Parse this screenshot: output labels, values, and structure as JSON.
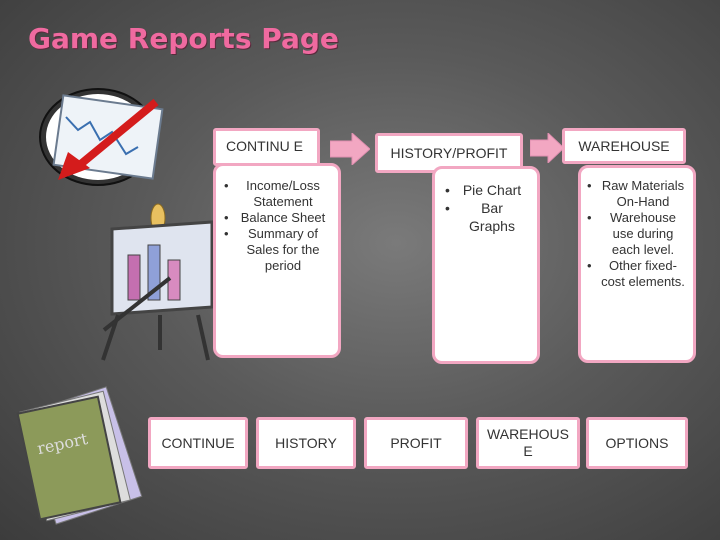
{
  "page": {
    "title": "Game Reports Page"
  },
  "flow": {
    "continue_header": "CONTINU E",
    "history_header": "HISTORY/PROFIT",
    "warehouse_header": "WAREHOUSE"
  },
  "panels": {
    "continue_items": [
      "Income/Loss Statement",
      "Balance Sheet",
      "Summary of Sales for the period"
    ],
    "history_items": [
      "Pie Chart",
      "Bar Graphs"
    ],
    "warehouse_items": [
      "Raw Materials On-Hand",
      "Warehouse use during each level.",
      "Other fixed-cost elements."
    ]
  },
  "nav": {
    "continue": "CONTINUE",
    "history": "HISTORY",
    "profit": "PROFIT",
    "warehouse": "WAREHOUS E",
    "options": "OPTIONS"
  },
  "clipart": {
    "report_label": "report"
  },
  "colors": {
    "accent": "#f06aa0",
    "border": "#f2a7c2"
  }
}
